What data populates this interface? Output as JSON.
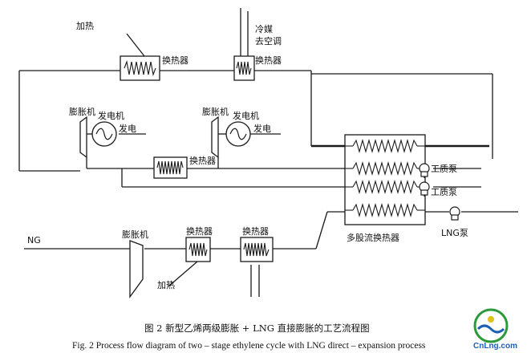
{
  "colors": {
    "line": "#1a1a1a",
    "logo_blue": "#1f5fb8",
    "logo_green": "#2c9a3a",
    "logo_accent": "#e0c01a"
  },
  "labels": {
    "heating_top": "加热",
    "hx_top_left": "换热器",
    "hx_top_right": "换热器",
    "refrigerant_line1": "冷媒",
    "refrigerant_line2": "去空调",
    "expander_left": "膨胀机",
    "generator_left": "发电机",
    "power_left": "发电",
    "expander_right": "膨胀机",
    "generator_right": "发电机",
    "power_right": "发电",
    "hx_middle": "换热器",
    "pump_1": "工质泵",
    "pump_2": "工质泵",
    "lng_pump": "LNG泵",
    "multi_stream_hx": "多股流换热器",
    "ng": "NG",
    "expander_bottom": "膨胀机",
    "hx_bottom_left": "换热器",
    "hx_bottom_right": "换热器",
    "heating_bottom": "加热"
  },
  "caption": {
    "cn": "图 2   新型乙烯两级膨胀 + LNG 直接膨胀的工艺流程图",
    "en": "Fig. 2    Process flow diagram of two – stage ethylene cycle with LNG direct – expansion process"
  },
  "logo": {
    "text": "CnLng.com"
  }
}
